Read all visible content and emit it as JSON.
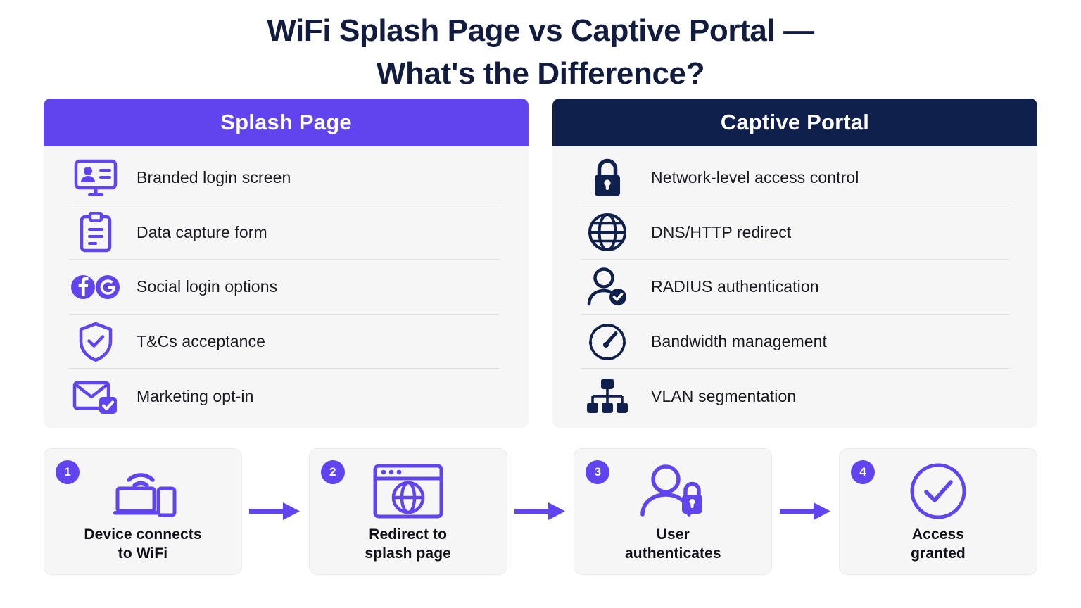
{
  "title": {
    "line1": "WiFi Splash Page vs Captive Portal —",
    "line2": "What's the Difference?"
  },
  "colors": {
    "splash_header": "#6244EE",
    "portal_header": "#10204C",
    "accent_purple": "#6244EE",
    "navy": "#10204C",
    "panel_background": "#F6F6F7",
    "title_text": "#121C3E"
  },
  "panels": [
    {
      "id": "splash-page",
      "heading": "Splash Page",
      "items": [
        {
          "icon": "monitor-id-card-icon",
          "label": "Branded login screen"
        },
        {
          "icon": "clipboard-form-icon",
          "label": "Data capture form"
        },
        {
          "icon": "social-login-icon",
          "label": "Social login options"
        },
        {
          "icon": "shield-check-icon",
          "label": "T&Cs acceptance"
        },
        {
          "icon": "envelope-check-icon",
          "label": "Marketing opt-in"
        }
      ]
    },
    {
      "id": "captive-portal",
      "heading": "Captive Portal",
      "items": [
        {
          "icon": "padlock-icon",
          "label": "Network-level access control"
        },
        {
          "icon": "globe-icon",
          "label": "DNS/HTTP redirect"
        },
        {
          "icon": "user-check-icon",
          "label": "RADIUS authentication"
        },
        {
          "icon": "speedometer-icon",
          "label": "Bandwidth management"
        },
        {
          "icon": "network-tree-icon",
          "label": "VLAN segmentation"
        }
      ]
    }
  ],
  "flow": {
    "steps": [
      {
        "number": "1",
        "icon": "devices-wifi-icon",
        "label": "Device connects\nto WiFi"
      },
      {
        "number": "2",
        "icon": "browser-globe-icon",
        "label": "Redirect to\nsplash page"
      },
      {
        "number": "3",
        "icon": "user-lock-icon",
        "label": "User\nauthenticates"
      },
      {
        "number": "4",
        "icon": "check-circle-icon",
        "label": "Access\ngranted"
      }
    ],
    "connector": "arrow-right-icon"
  }
}
